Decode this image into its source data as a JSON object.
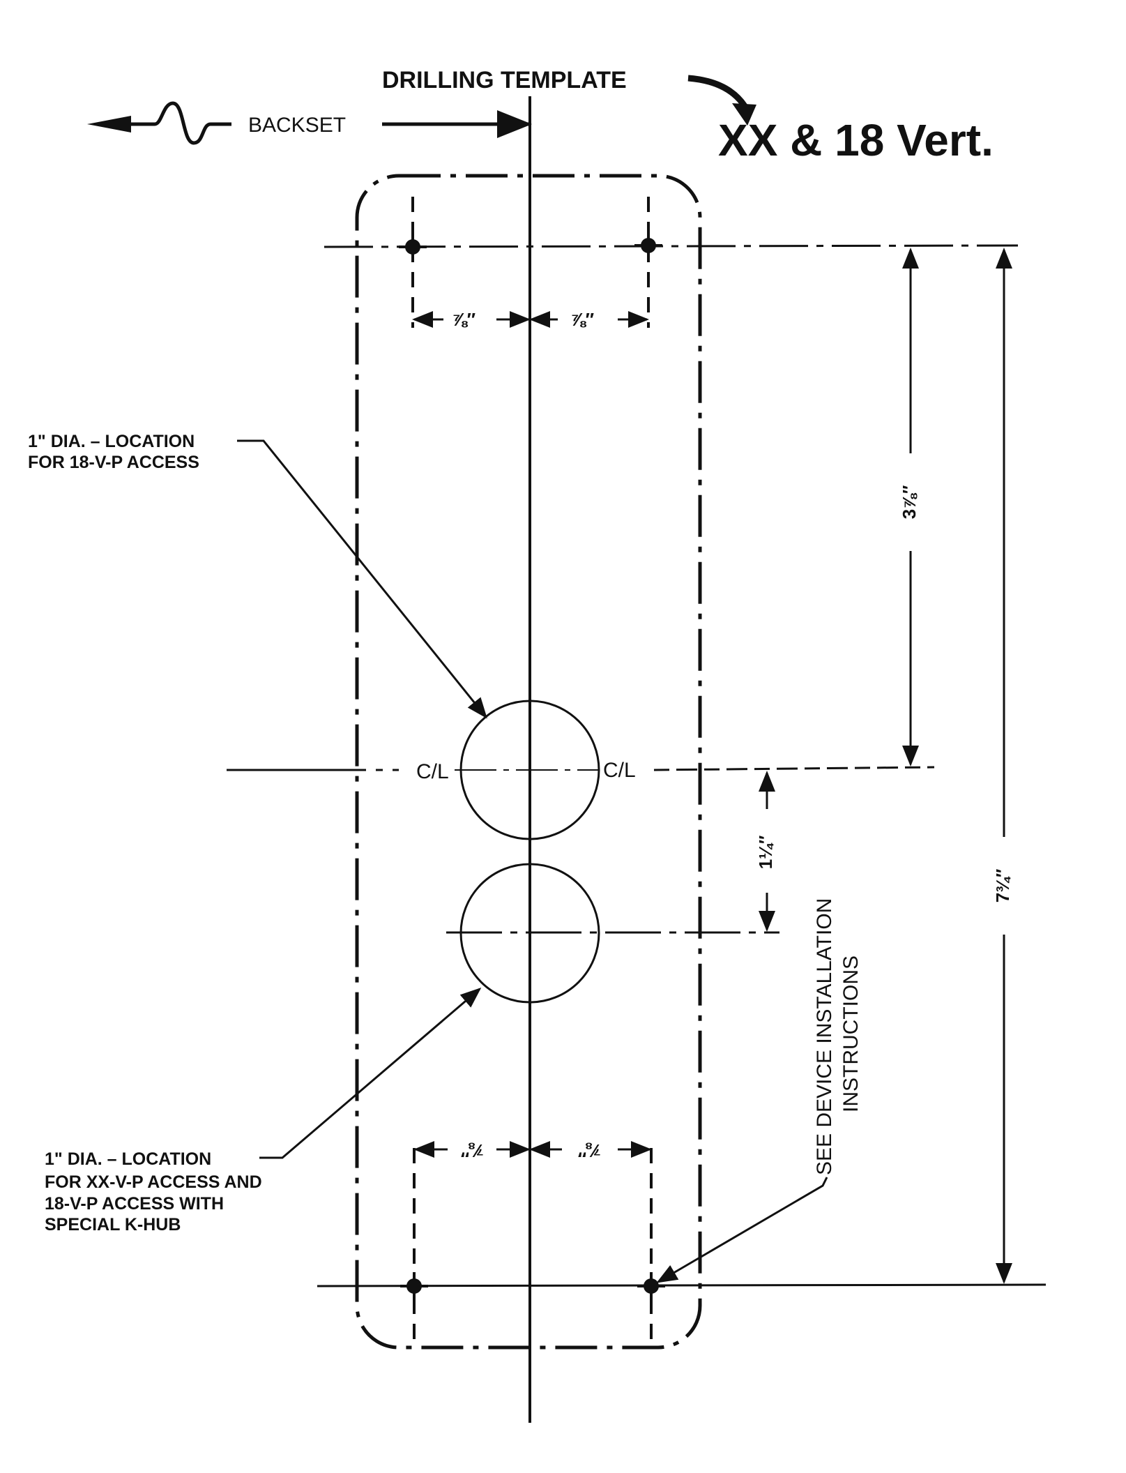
{
  "header": {
    "drilling_template": "DRILLING TEMPLATE",
    "backset": "BACKSET",
    "model_title": "XX & 18 Vert."
  },
  "dimensions": {
    "top_left_spacing": "⅞″",
    "top_right_spacing": "⅞″",
    "bottom_left_spacing": "⅞″",
    "bottom_right_spacing": "⅞″",
    "top_to_centerline": "3⅞″",
    "centerline_to_lower_hole": "1¼″",
    "overall_height": "7¾″"
  },
  "centerline": {
    "left": "C/L",
    "right": "C/L"
  },
  "notes": {
    "upper_hole": [
      "1\" DIA. – LOCATION",
      "FOR 18-V-P ACCESS"
    ],
    "lower_hole": [
      "1\" DIA. – LOCATION",
      "FOR XX-V-P ACCESS AND",
      "18-V-P ACCESS WITH",
      "SPECIAL K-HUB"
    ],
    "install": [
      "SEE DEVICE INSTALLATION",
      "INSTRUCTIONS"
    ]
  },
  "colors": {
    "ink": "#111111",
    "paper": "#ffffff"
  }
}
